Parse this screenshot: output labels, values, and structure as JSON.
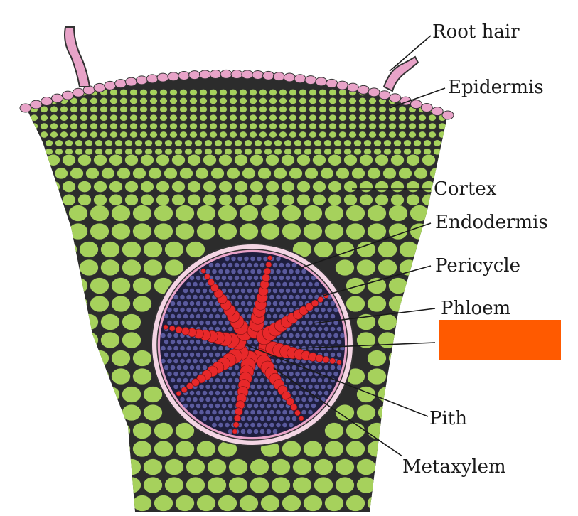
{
  "labels": {
    "root_hair": "Root  hair",
    "epidermis": "Epidermis",
    "cortex": "Cortex",
    "endodermis": "Endodermis",
    "pericycle": "Pericycle",
    "phloem": "Phloem",
    "pith": "Pith",
    "metaxylem": "Metaxylem"
  },
  "colors": {
    "epidermis": "#e8a3c8",
    "cortex": "#a6d15c",
    "stele": "#5a5a9e",
    "xylem": "#e8282a",
    "hidden_label_box": "#ff5a00"
  }
}
